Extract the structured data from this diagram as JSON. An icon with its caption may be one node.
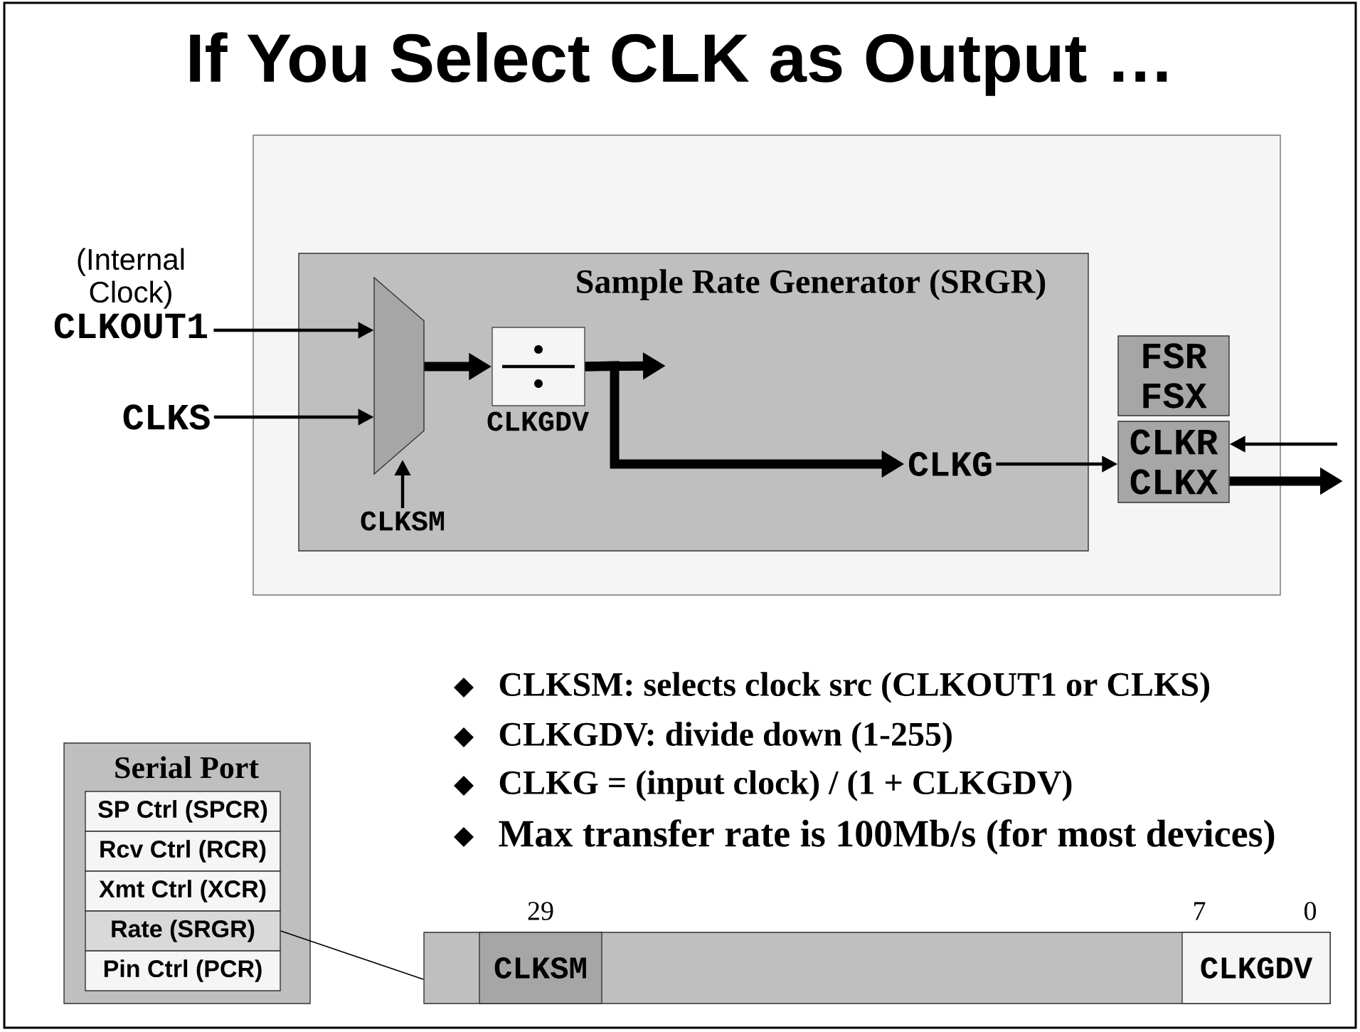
{
  "diagram": {
    "title": "If You Select CLK as Output …",
    "nodes": [
      {
        "text": [],
        "shape": "box"
      },
      {
        "text": [
          "Sample Rate Generator (SRGR)"
        ],
        "in": 0
      },
      {
        "text": [],
        "shape": "trapezoid",
        "in": 1
      },
      {
        "text": [],
        "shape": "box",
        "beside": [
          "CLKGDV"
        ],
        "in": 1
      },
      {
        "text": [
          "CLKG"
        ],
        "in": 1
      },
      {
        "text": [
          "FSR FSX"
        ],
        "in": 0
      },
      {
        "text": [
          "CLKR CLKX"
        ],
        "in": 0
      },
      {
        "text": [
          "(Internal Clock)",
          "CLKOUT1"
        ]
      },
      {
        "text": [
          "CLKS"
        ]
      },
      {
        "text": [
          "CLKSM"
        ],
        "in": 1
      },
      {
        "text": [
          "Serial Port"
        ]
      },
      {
        "text": [
          "SP Ctrl (SPCR)"
        ],
        "in": 10
      },
      {
        "text": [
          "Rcv Ctrl (RCR)"
        ],
        "in": 10
      },
      {
        "text": [
          "Xmt Ctrl (XCR)"
        ],
        "in": 10
      },
      {
        "text": [
          "Rate (SRGR)"
        ],
        "in": 10
      },
      {
        "text": [
          "Pin Ctrl (PCR)"
        ],
        "in": 10
      },
      {
        "text": [],
        "shape": "bar"
      },
      {
        "text": [
          "CLKSM"
        ],
        "in": 16,
        "beside": [
          "29"
        ]
      },
      {
        "text": [
          "CLKGDV"
        ],
        "in": 16,
        "beside": [
          "7",
          "0"
        ]
      }
    ],
    "edges": [
      {
        "from": 7,
        "to": 2,
        "arrow": "to"
      },
      {
        "from": 8,
        "to": 2,
        "arrow": "to"
      },
      {
        "from": 2,
        "to": 3,
        "arrow": "to",
        "style": "thick"
      },
      {
        "from": 3,
        "to": null,
        "arrow": "to",
        "style": "thick"
      },
      {
        "from": 3,
        "to": 4,
        "arrow": "to",
        "style": "thick"
      },
      {
        "from": 4,
        "to": 6,
        "arrow": "to"
      },
      {
        "from": 9,
        "to": 2,
        "arrow": "to"
      },
      {
        "from": null,
        "to": 6,
        "arrow": "to"
      },
      {
        "from": 6,
        "to": null,
        "arrow": "to",
        "style": "thick"
      },
      {
        "from": 14,
        "to": 16,
        "arrow": "none"
      }
    ],
    "labels": [
      "CLKSM: selects clock src (CLKOUT1 or CLKS)",
      "CLKGDV: divide down (1-255)",
      "CLKG = (input clock) / (1 + CLKGDV)",
      "Max transfer rate is 100Mb/s (for most devices)"
    ]
  }
}
